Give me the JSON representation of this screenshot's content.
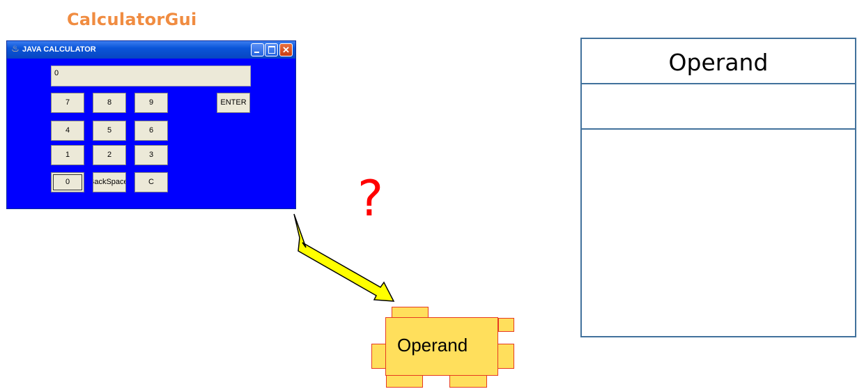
{
  "gui_title": "CalculatorGui",
  "calculator": {
    "window_title": "JAVA CALCULATOR",
    "display_value": "0",
    "keys": {
      "k7": "7",
      "k8": "8",
      "k9": "9",
      "enter": "ENTER",
      "k4": "4",
      "k5": "5",
      "k6": "6",
      "k1": "1",
      "k2": "2",
      "k3": "3",
      "k0": "0",
      "backspace": "BackSpace",
      "clear": "C"
    },
    "icons": {
      "app": "java-cup-icon",
      "minimize": "minimize-icon",
      "maximize": "maximize-icon",
      "close": "close-icon"
    },
    "close_glyph": "✕",
    "app_glyph": "♨"
  },
  "question_mark": "?",
  "puzzle_piece": {
    "label": "Operand"
  },
  "uml_class": {
    "name": "Operand"
  },
  "colors": {
    "gui_title": "#f08c41",
    "calc_background": "#0000ff",
    "arrow_fill": "#ffff00",
    "question": "#ff0000",
    "puzzle_fill": "#ffdf5c",
    "puzzle_border": "#e63a20",
    "uml_border": "#41719c"
  }
}
